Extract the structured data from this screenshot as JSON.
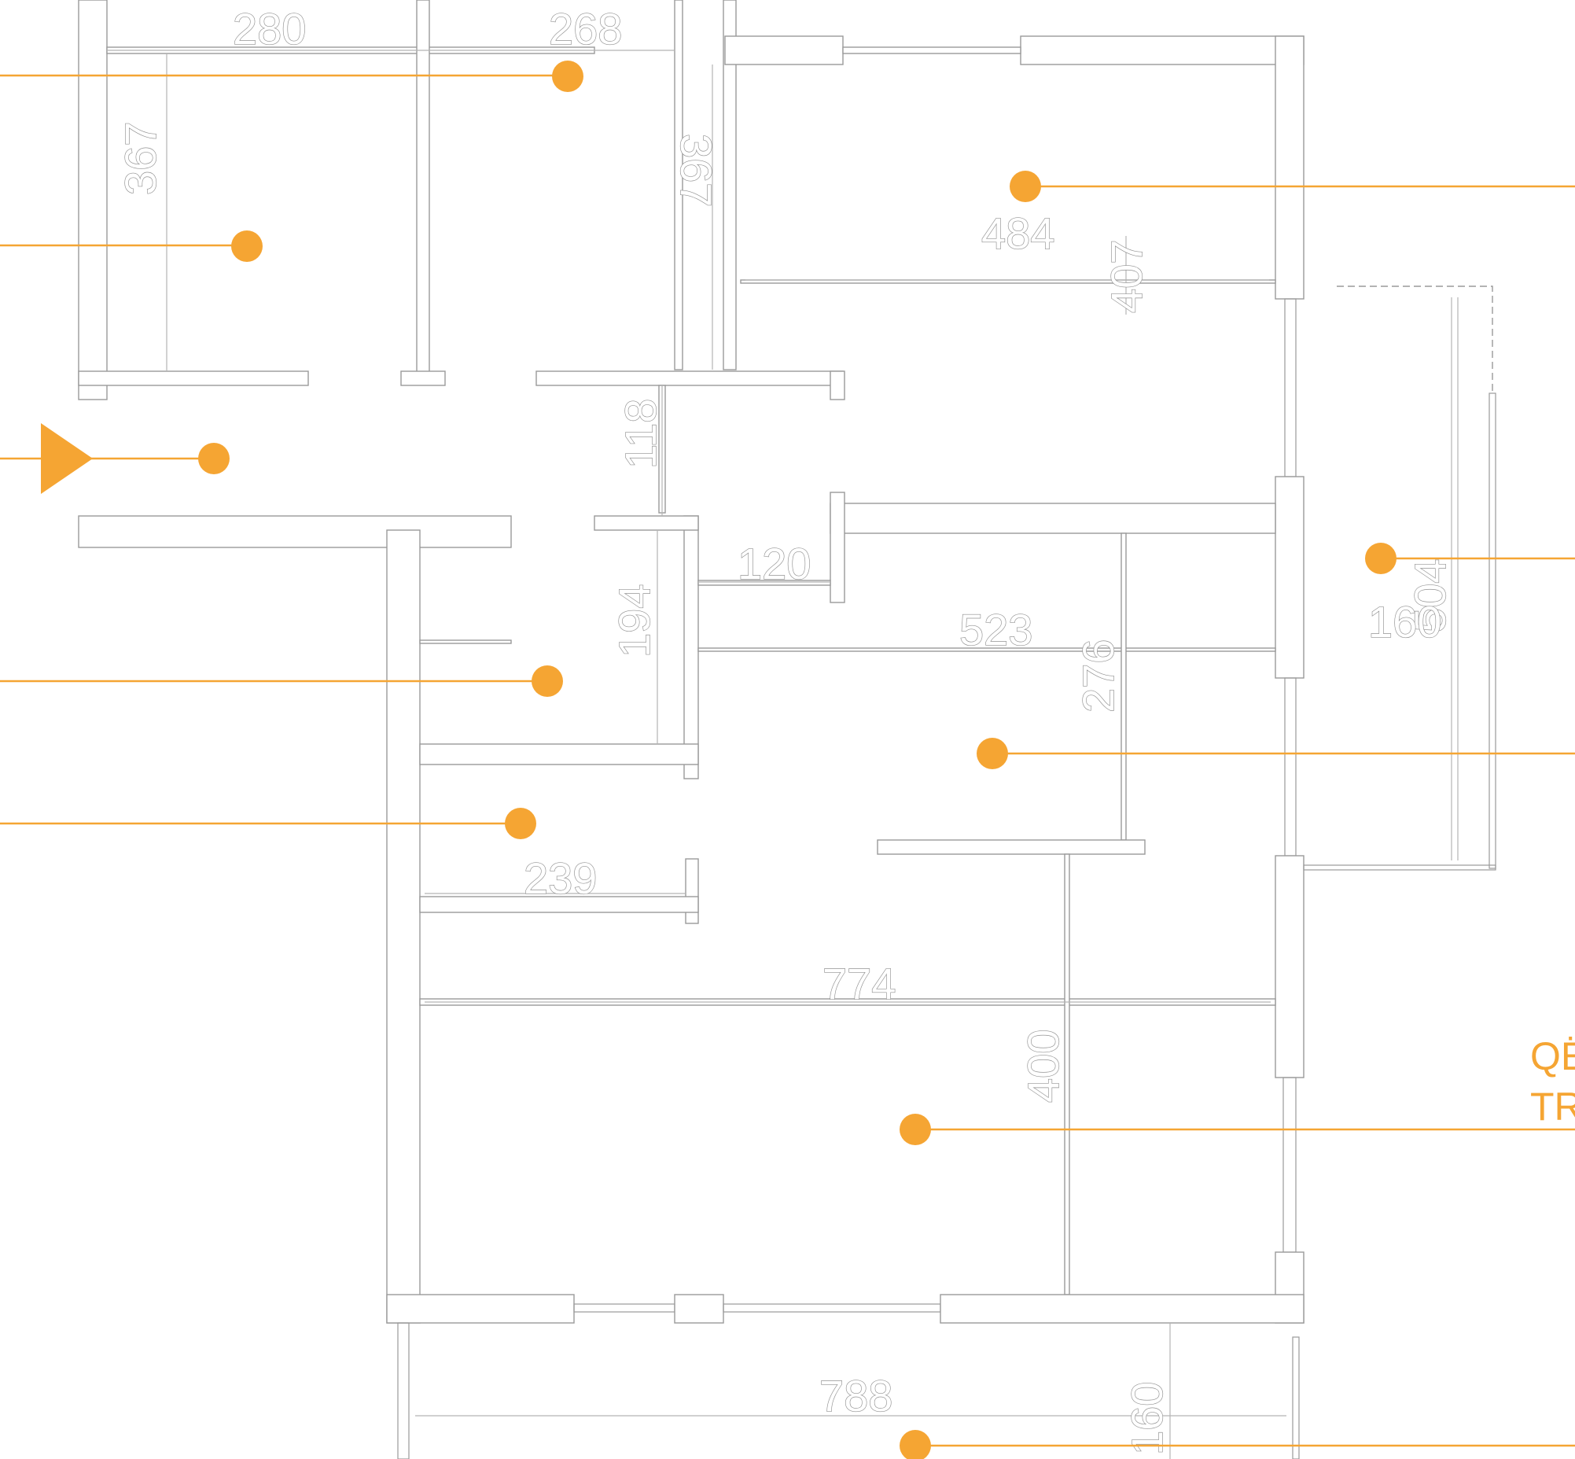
{
  "plan": {
    "dimensions": {
      "d280": "280",
      "d268": "268",
      "d367a": "367",
      "d367b": "367",
      "d484": "484",
      "d407": "407",
      "d118": "118",
      "d120": "120",
      "d194": "194",
      "d523": "523",
      "d276": "276",
      "d504": "504",
      "d160a": "160",
      "d239": "239",
      "d774": "774",
      "d400": "400",
      "d788": "788",
      "d160b": "160"
    },
    "edge_labels": {
      "line1": "QË",
      "line2": "TR"
    }
  },
  "colors": {
    "accent": "#f5a533",
    "wall": "#9a9a9a"
  }
}
